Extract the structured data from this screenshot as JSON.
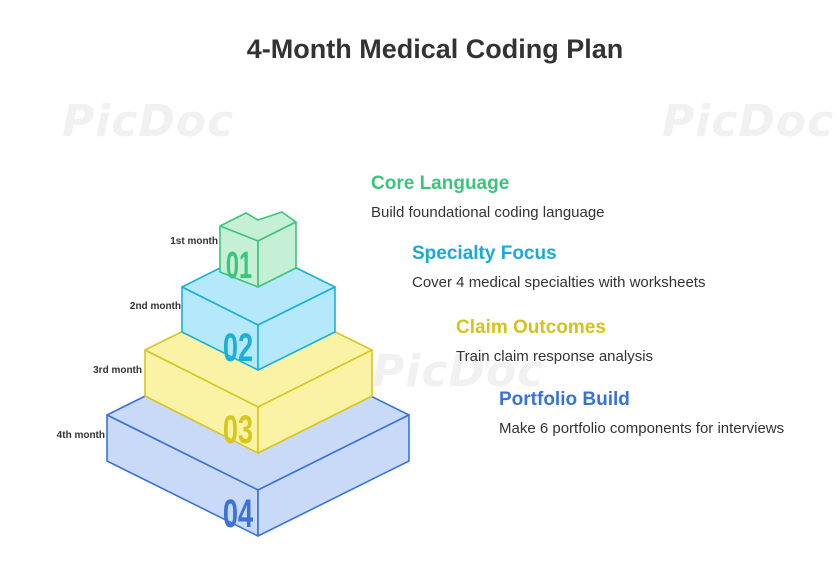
{
  "title": "4-Month Medical Coding Plan",
  "watermark": "PicDoc",
  "tiers": [
    {
      "number": "01",
      "month_label": "1st month",
      "heading": "Core Language",
      "description": "Build foundational coding language",
      "fill": "#c6f0d6",
      "stroke": "#3cc47c",
      "heading_color": "#3cc47c"
    },
    {
      "number": "02",
      "month_label": "2nd month",
      "heading": "Specialty Focus",
      "description": "Cover 4 medical specialties with worksheets",
      "fill": "#b5e8fa",
      "stroke": "#1ab0d8",
      "heading_color": "#1aaad8"
    },
    {
      "number": "03",
      "month_label": "3rd month",
      "heading": "Claim Outcomes",
      "description": "Train claim response analysis",
      "fill": "#faf3a6",
      "stroke": "#d8c51f",
      "heading_color": "#d6c21c"
    },
    {
      "number": "04",
      "month_label": "4th month",
      "heading": "Portfolio Build",
      "description": "Make 6 portfolio components for interviews",
      "fill": "#c9daf8",
      "stroke": "#3a72d8",
      "heading_color": "#3a72d8"
    }
  ]
}
